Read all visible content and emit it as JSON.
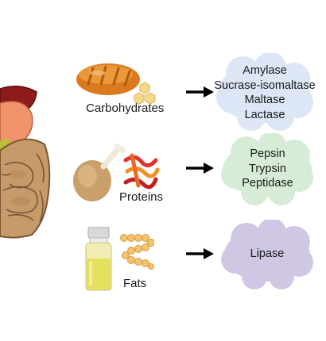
{
  "rows": [
    {
      "food": "Carbohydrates",
      "enzymes": [
        "Amylase",
        "Sucrase-isomaltase",
        "Maltase",
        "Lactase"
      ],
      "cloud_color": "#dce6f4"
    },
    {
      "food": "Proteins",
      "enzymes": [
        "Pepsin",
        "Trypsin",
        "Peptidase"
      ],
      "cloud_color": "#d6ecd7"
    },
    {
      "food": "Fats",
      "enzymes": [
        "Lipase"
      ],
      "cloud_color": "#cfc7e4"
    }
  ],
  "icons": [
    "digestive-system-illustration",
    "bread-icon",
    "sugar-molecule-icon",
    "chicken-leg-icon",
    "amino-acid-chain-icon",
    "oil-bottle-icon",
    "fatty-acid-chain-icon",
    "arrow-right-icon"
  ]
}
